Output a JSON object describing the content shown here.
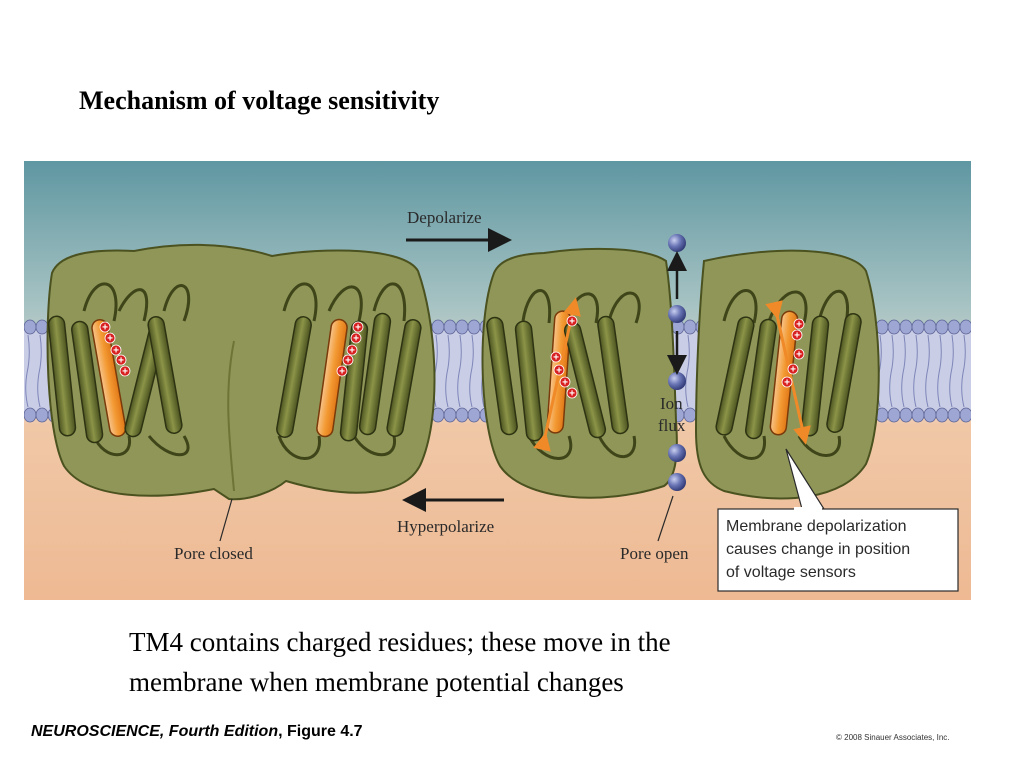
{
  "slide": {
    "title": "Mechanism of voltage sensitivity",
    "caption_line1": "TM4 contains charged residues; these move in the",
    "caption_line2": "membrane when membrane potential changes",
    "credit_book": "NEUROSCIENCE, Fourth Edition",
    "credit_figure": ", Figure 4.7",
    "copyright": "© 2008 Sinauer Associates, Inc."
  },
  "figure": {
    "depolarize_label": "Depolarize",
    "hyperpolarize_label": "Hyperpolarize",
    "pore_closed_label": "Pore closed",
    "pore_open_label": "Pore open",
    "ion_label": "Ion",
    "flux_label": "flux",
    "callout_line1": "Membrane depolarization",
    "callout_line2": "causes change in position",
    "callout_line3": "of voltage sensors",
    "charge_symbol": "+",
    "colors": {
      "extracellular": "#6f9fa8",
      "intracellular": "#efc3a3",
      "lipid_head": "#9ea6d4",
      "channel_body": "#8f9658",
      "helix": "#6a7230",
      "sensor": "#f0922a",
      "charge": "#d92020",
      "ion": "#5d6aa8"
    }
  }
}
